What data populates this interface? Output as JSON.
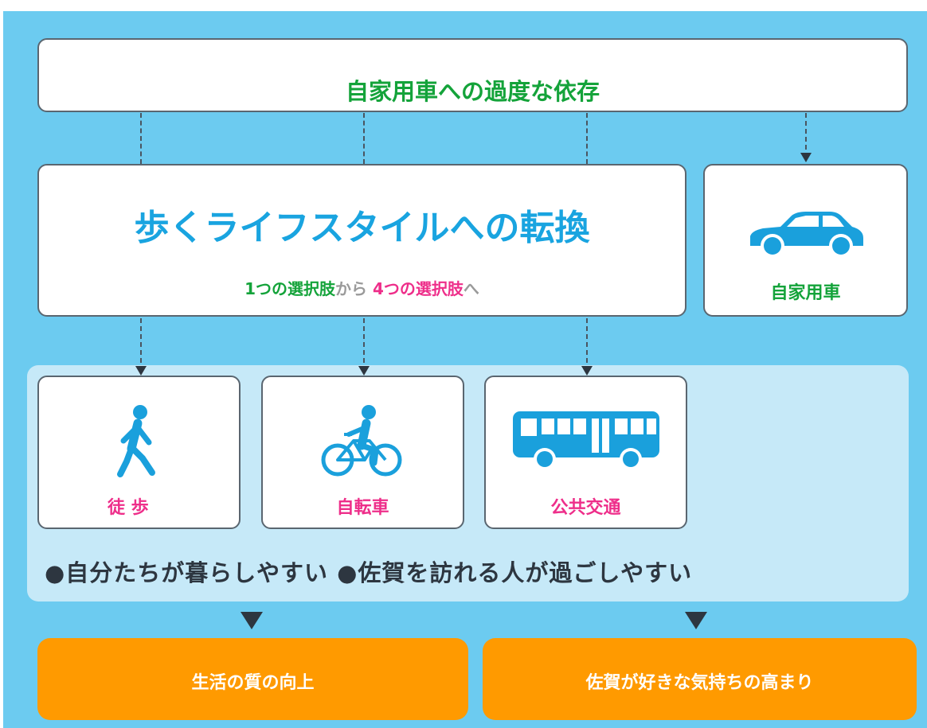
{
  "header": {
    "title": "自家用車への過度な依存"
  },
  "main": {
    "title": "歩くライフスタイルへの転換",
    "subtitle": {
      "part1": "1つの選択肢",
      "part2": "から",
      "part3": "4つの選択肢",
      "part4": "へ"
    }
  },
  "car": {
    "label": "自家用車",
    "icon": "car-icon"
  },
  "modes": [
    {
      "label": "徒 歩",
      "icon": "walking-person-icon"
    },
    {
      "label": "自転車",
      "icon": "bicycle-rider-icon"
    },
    {
      "label": "公共交通",
      "icon": "bus-icon"
    }
  ],
  "benefits": "●自分たちが暮らしやすい ●佐賀を訪れる人が過ごしやすい",
  "outcomes": [
    {
      "label": "生活の質の向上"
    },
    {
      "label": "佐賀が好きな気持ちの高まり"
    }
  ],
  "colors": {
    "background": "#6ccbf0",
    "panel": "#c6e9f8",
    "title_green": "#14a33a",
    "title_blue": "#19a4e0",
    "pink": "#ee2e8a",
    "orange": "#ff9a00",
    "icon_blue": "#1aa0dc"
  }
}
